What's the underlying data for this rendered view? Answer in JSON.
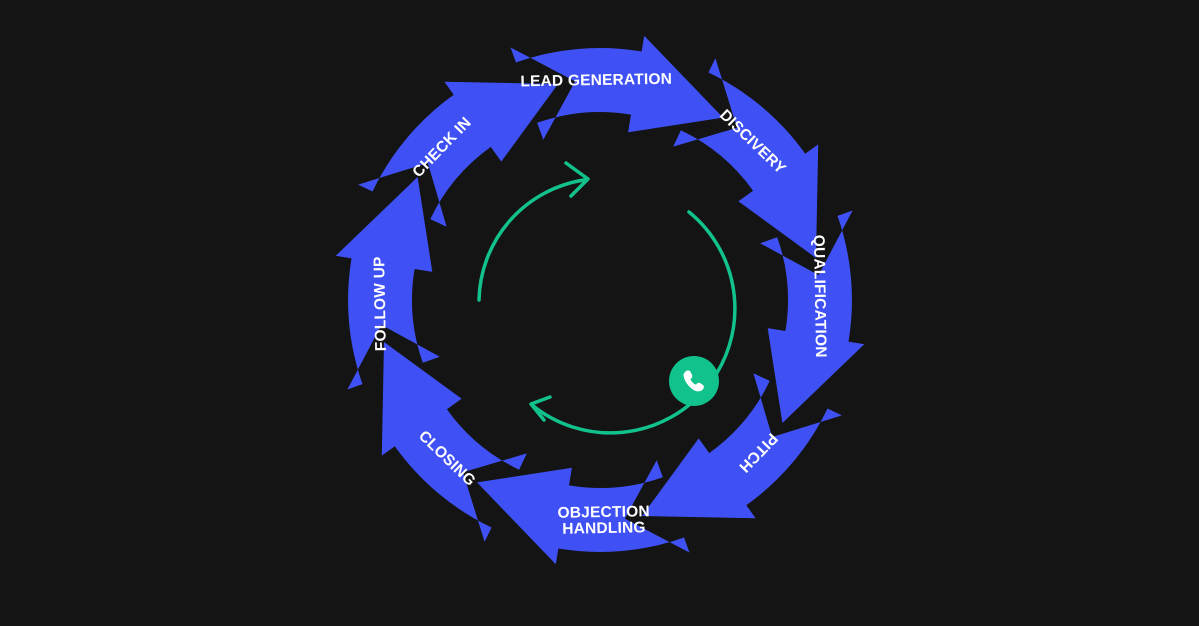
{
  "cycle": {
    "segments": [
      {
        "id": "lead-generation",
        "lines": [
          "LEAD GENERATION"
        ]
      },
      {
        "id": "discovery",
        "lines": [
          "DISCIVERY"
        ]
      },
      {
        "id": "qualification",
        "lines": [
          "QUALIFICATION"
        ]
      },
      {
        "id": "pitch",
        "lines": [
          "PITCH"
        ]
      },
      {
        "id": "objection-handling",
        "lines": [
          "OBJECTION",
          "HANDLING"
        ]
      },
      {
        "id": "closing",
        "lines": [
          "CLOSING"
        ]
      },
      {
        "id": "follow-up",
        "lines": [
          "FOLLOW UP"
        ]
      },
      {
        "id": "check-in",
        "lines": [
          "CHECK IN"
        ]
      }
    ]
  },
  "colors": {
    "background": "#141414",
    "arrow_fill": "#3f51f5",
    "label_text": "#ffffff",
    "inner_cycle": "#11c28c",
    "phone_badge": "#11c28c",
    "phone_icon": "#ffffff"
  },
  "icons": {
    "center": "phone-icon"
  }
}
